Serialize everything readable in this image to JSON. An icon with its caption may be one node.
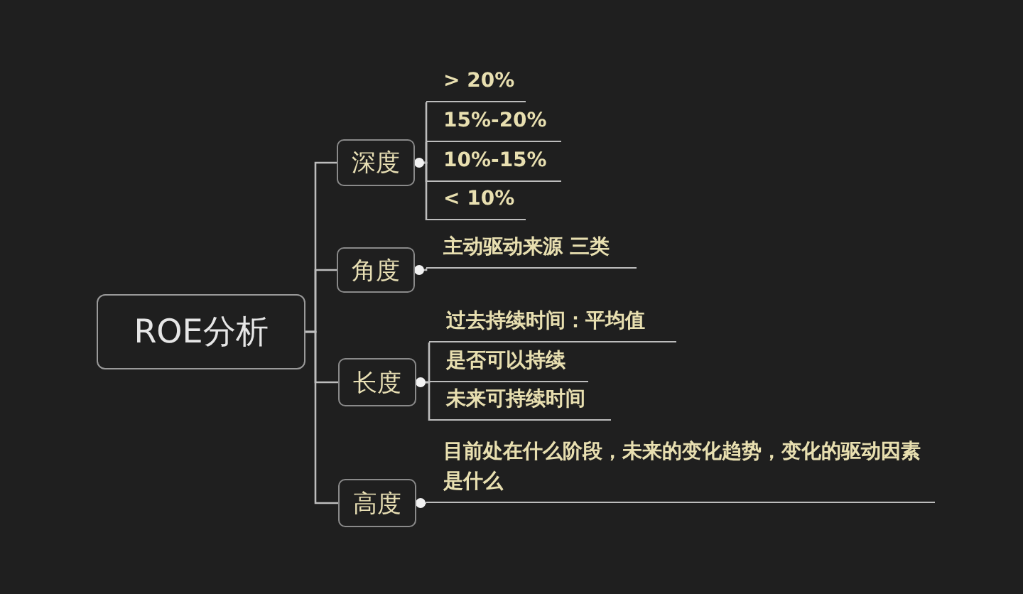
{
  "diagram": {
    "nodes": [
      {
        "text": [
          "ROE分析"
        ]
      },
      {
        "text": [
          "深度"
        ]
      },
      {
        "text": [
          "> 20%"
        ]
      },
      {
        "text": [
          "15%-20%"
        ]
      },
      {
        "text": [
          "10%-15%"
        ]
      },
      {
        "text": [
          "< 10%"
        ]
      },
      {
        "text": [
          "角度"
        ]
      },
      {
        "text": [
          "主动驱动来源 三类"
        ]
      },
      {
        "text": [
          "长度"
        ]
      },
      {
        "text": [
          "过去持续时间：平均值"
        ]
      },
      {
        "text": [
          "是否可以持续"
        ]
      },
      {
        "text": [
          "未来可持续时间"
        ]
      },
      {
        "text": [
          "高度"
        ]
      },
      {
        "text": [
          "目前处在什么阶段，未来的变化趋势，变化的驱动因素是什么"
        ]
      }
    ],
    "edges": [
      {
        "from": 0,
        "to": 1,
        "arrow": "none"
      },
      {
        "from": 0,
        "to": 6,
        "arrow": "none"
      },
      {
        "from": 0,
        "to": 8,
        "arrow": "none"
      },
      {
        "from": 0,
        "to": 12,
        "arrow": "none"
      },
      {
        "from": 1,
        "to": 2,
        "arrow": "none"
      },
      {
        "from": 1,
        "to": 3,
        "arrow": "none"
      },
      {
        "from": 1,
        "to": 4,
        "arrow": "none"
      },
      {
        "from": 1,
        "to": 5,
        "arrow": "none"
      },
      {
        "from": 6,
        "to": 7,
        "arrow": "none"
      },
      {
        "from": 8,
        "to": 9,
        "arrow": "none"
      },
      {
        "from": 8,
        "to": 10,
        "arrow": "none"
      },
      {
        "from": 8,
        "to": 11,
        "arrow": "none"
      },
      {
        "from": 12,
        "to": 13,
        "arrow": "none"
      }
    ]
  }
}
